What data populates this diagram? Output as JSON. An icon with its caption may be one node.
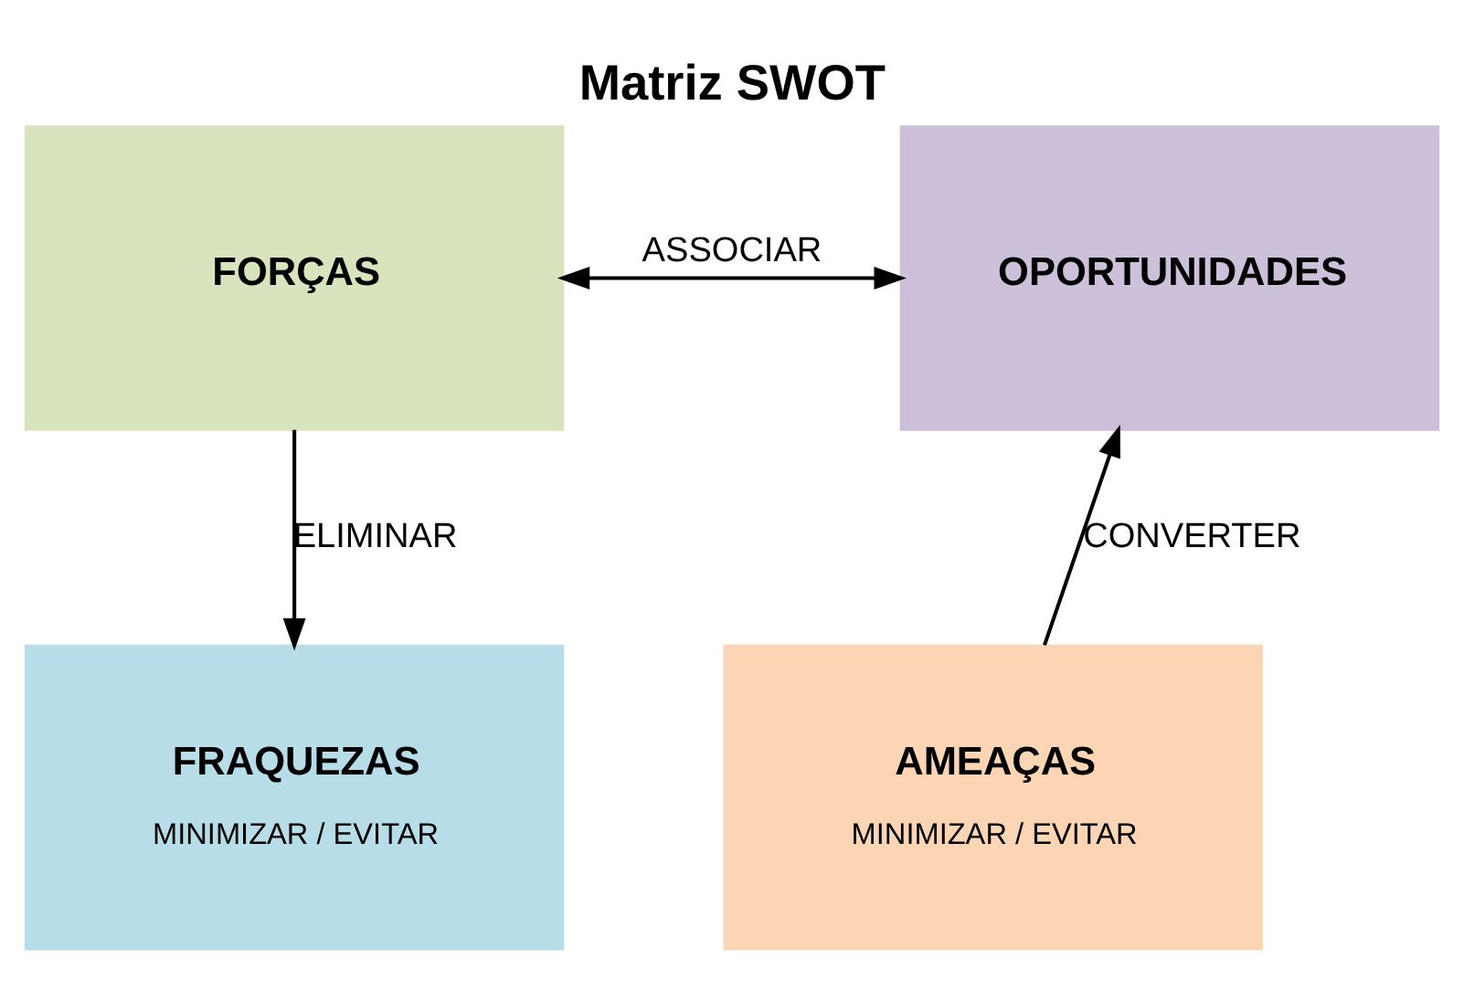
{
  "diagram": {
    "title": "Matriz SWOT",
    "nodes": [
      {
        "text": [
          "FORÇAS"
        ]
      },
      {
        "text": [
          "OPORTUNIDADES"
        ]
      },
      {
        "text": [
          "FRAQUEZAS",
          "MINIMIZAR / EVITAR"
        ]
      },
      {
        "text": [
          "AMEAÇAS",
          "MINIMIZAR / EVITAR"
        ]
      }
    ],
    "edges": [
      {
        "from": 0,
        "to": 1,
        "arrow": "both",
        "label": "ASSOCIAR"
      },
      {
        "from": 0,
        "to": 2,
        "arrow": "to",
        "label": "ELIMINAR"
      },
      {
        "from": 3,
        "to": 1,
        "arrow": "to",
        "label": "CONVERTER"
      }
    ]
  }
}
